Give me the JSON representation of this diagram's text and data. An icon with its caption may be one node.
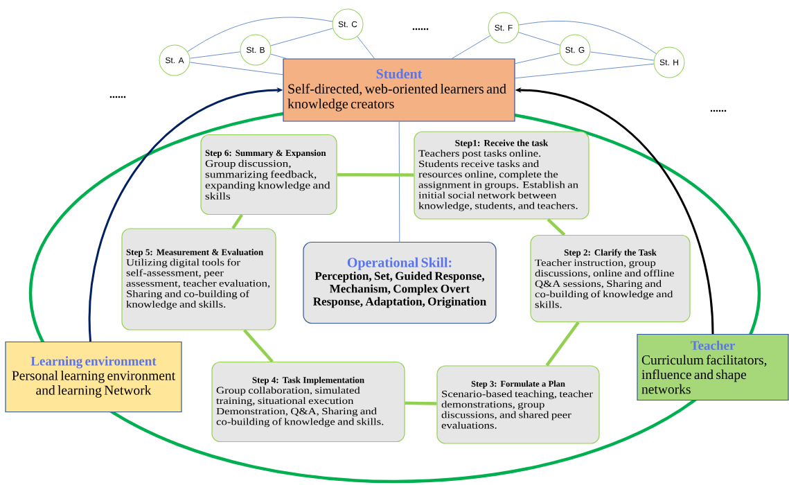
{
  "diagram": {
    "nodes": [
      {
        "text": [
          "St. A"
        ]
      },
      {
        "text": [
          "St. B"
        ]
      },
      {
        "text": [
          "St. C"
        ]
      },
      {
        "text": [
          "St. F"
        ]
      },
      {
        "text": [
          "St. G"
        ]
      },
      {
        "text": [
          "St. H"
        ]
      },
      {
        "text": [
          "Student",
          "Self-directed, web-oriented learners and knowledge creators"
        ]
      },
      {
        "text": [
          "Step 6: Summary & Expansion",
          "Group discussion, summarizing feedback, expanding knowledge and skills"
        ]
      },
      {
        "text": [
          "Step1: Receive the task",
          "Teachers post tasks online. Students receive tasks and resources online, complete the assignment in groups. Establish an initial social network between knowledge, students, and teachers."
        ]
      },
      {
        "text": [
          "Step 5: Measurement & Evaluation",
          "Utilizing digital tools for self-assessment, peer assessment, teacher evaluation, Sharing and co-building of knowledge and skills."
        ]
      },
      {
        "text": [
          "Operational Skill:",
          "Perception, Set, Guided Response, Mechanism, Complex Overt Response, Adaptation, Origination"
        ]
      },
      {
        "text": [
          "Step 2: Clarify the Task",
          "Teacher instruction, group discussions, online and offline Q&A sessions, Sharing and co-building of knowledge and skills."
        ]
      },
      {
        "text": [
          "Step 4: Task Implementation",
          "Group collaboration, simulated training, situational execution Demonstration, Q&A, Sharing and co-building of knowledge and skills."
        ]
      },
      {
        "text": [
          "Step 3: Formulate a Plan",
          "Scenario-based teaching, teacher demonstrations, group discussions, and shared peer evaluations."
        ]
      },
      {
        "text": [
          "Learning environment",
          "Personal learning environment and learning Network"
        ]
      },
      {
        "text": [
          "Teacher",
          "Curriculum facilitators, influence and shape networks"
        ]
      }
    ],
    "edges": [
      {
        "from": 0,
        "to": 2,
        "arrow": "none"
      },
      {
        "from": 0,
        "to": 1,
        "arrow": "none"
      },
      {
        "from": 0,
        "to": 6,
        "arrow": "none"
      },
      {
        "from": 1,
        "to": 2,
        "arrow": "none"
      },
      {
        "from": 1,
        "to": 6,
        "arrow": "none"
      },
      {
        "from": 2,
        "to": 6,
        "arrow": "none"
      },
      {
        "from": 3,
        "to": 6,
        "arrow": "none"
      },
      {
        "from": 3,
        "to": 4,
        "arrow": "none"
      },
      {
        "from": 3,
        "to": 5,
        "arrow": "none"
      },
      {
        "from": 4,
        "to": 5,
        "arrow": "none"
      },
      {
        "from": 4,
        "to": 6,
        "arrow": "none"
      },
      {
        "from": 5,
        "to": 6,
        "arrow": "none"
      },
      {
        "from": 6,
        "to": 10,
        "arrow": "none"
      },
      {
        "from": 8,
        "to": 11,
        "arrow": "none",
        "style": "thick",
        "color": "#92d050"
      },
      {
        "from": 11,
        "to": 13,
        "arrow": "none",
        "style": "thick",
        "color": "#92d050"
      },
      {
        "from": 13,
        "to": 12,
        "arrow": "none",
        "style": "thick",
        "color": "#92d050"
      },
      {
        "from": 12,
        "to": 9,
        "arrow": "none",
        "style": "thick",
        "color": "#92d050"
      },
      {
        "from": 9,
        "to": 7,
        "arrow": "none",
        "style": "thick",
        "color": "#92d050"
      },
      {
        "from": 7,
        "to": 8,
        "arrow": "none",
        "style": "thick",
        "color": "#92d050"
      },
      {
        "from": 14,
        "to": 6,
        "arrow": "to",
        "style": "thick",
        "color": "#002060"
      },
      {
        "from": 15,
        "to": 6,
        "arrow": "to",
        "style": "thick",
        "color": "#000000"
      }
    ],
    "labels": [
      "......",
      "......",
      "......"
    ]
  }
}
